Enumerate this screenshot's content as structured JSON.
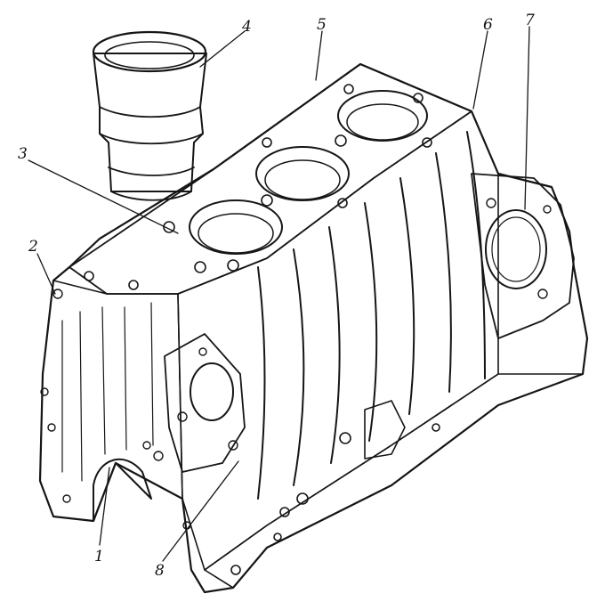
{
  "figure": {
    "part_labels": [
      {
        "id": "1",
        "text": "1"
      },
      {
        "id": "2",
        "text": "2"
      },
      {
        "id": "3",
        "text": "3"
      },
      {
        "id": "4",
        "text": "4"
      },
      {
        "id": "5",
        "text": "5"
      },
      {
        "id": "6",
        "text": "6"
      },
      {
        "id": "7",
        "text": "7"
      },
      {
        "id": "8",
        "text": "8"
      }
    ]
  },
  "colors": {
    "ink": "#161616",
    "paper": "#ffffff",
    "hatch": "#2a2a2a"
  }
}
